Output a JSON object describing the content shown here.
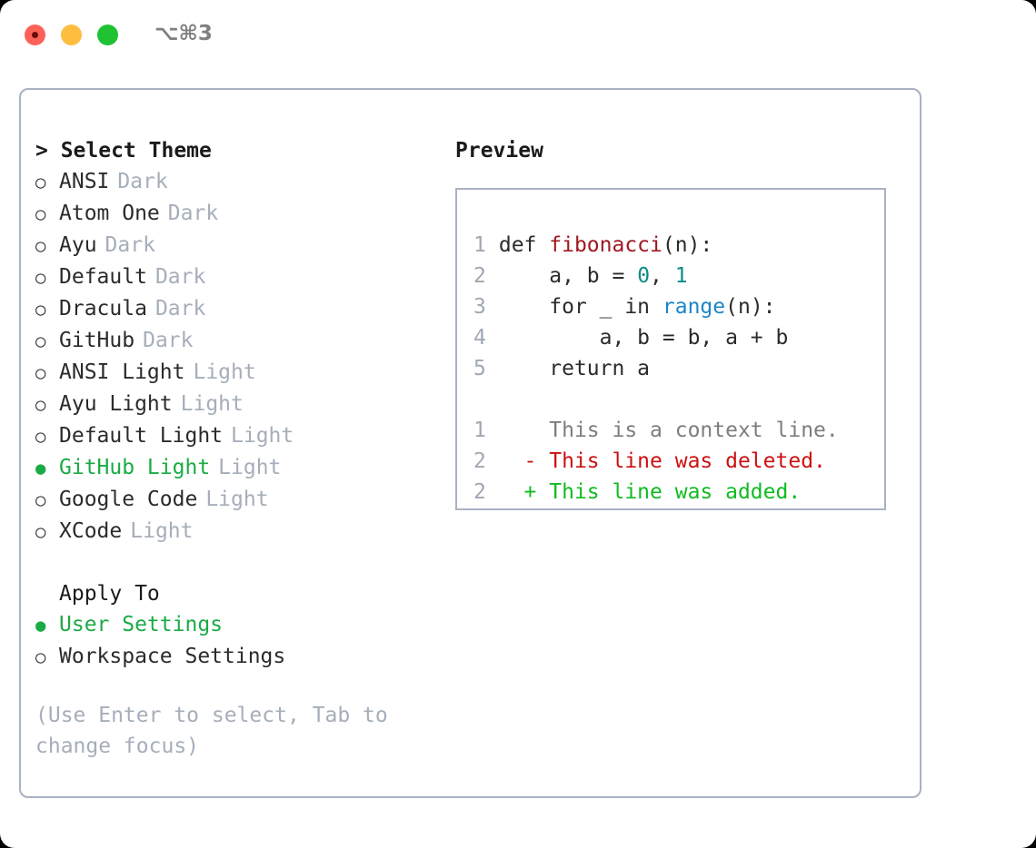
{
  "titlebar": {
    "shortcut": "⌥⌘3",
    "buttons": [
      "close",
      "minimize",
      "maximize"
    ],
    "colors": {
      "close": "#fd6157",
      "minimize": "#fdbe40",
      "maximize": "#1fc232"
    }
  },
  "theme_picker": {
    "header": "> Select Theme",
    "markers": {
      "selected": "●",
      "unselected": "○"
    },
    "accent": "#1aab45",
    "items": [
      {
        "marker": "○",
        "label": "ANSI",
        "tag": "Dark",
        "selected": false
      },
      {
        "marker": "○",
        "label": "Atom One",
        "tag": "Dark",
        "selected": false
      },
      {
        "marker": "○",
        "label": "Ayu",
        "tag": "Dark",
        "selected": false
      },
      {
        "marker": "○",
        "label": "Default",
        "tag": "Dark",
        "selected": false
      },
      {
        "marker": "○",
        "label": "Dracula",
        "tag": "Dark",
        "selected": false
      },
      {
        "marker": "○",
        "label": "GitHub",
        "tag": "Dark",
        "selected": false
      },
      {
        "marker": "○",
        "label": "ANSI Light",
        "tag": "Light",
        "selected": false
      },
      {
        "marker": "○",
        "label": "Ayu Light",
        "tag": "Light",
        "selected": false
      },
      {
        "marker": "○",
        "label": "Default Light",
        "tag": "Light",
        "selected": false
      },
      {
        "marker": "●",
        "label": "GitHub Light",
        "tag": "Light",
        "selected": true
      },
      {
        "marker": "○",
        "label": "Google Code",
        "tag": "Light",
        "selected": false
      },
      {
        "marker": "○",
        "label": "XCode",
        "tag": "Light",
        "selected": false
      }
    ]
  },
  "apply_to": {
    "header": "Apply To",
    "items": [
      {
        "marker": "●",
        "label": "User Settings",
        "selected": true
      },
      {
        "marker": "○",
        "label": "Workspace Settings",
        "selected": false
      }
    ]
  },
  "help": {
    "text": "(Use Enter to select, Tab to change focus)"
  },
  "preview": {
    "title": "Preview",
    "code_lines": [
      {
        "no": "1",
        "segments": [
          {
            "text": "def ",
            "type": "plain"
          },
          {
            "text": "fibonacci",
            "type": "fn"
          },
          {
            "text": "(n):",
            "type": "plain"
          }
        ]
      },
      {
        "no": "2",
        "segments": [
          {
            "text": "    a, b = ",
            "type": "plain"
          },
          {
            "text": "0",
            "type": "num"
          },
          {
            "text": ", ",
            "type": "plain"
          },
          {
            "text": "1",
            "type": "num"
          }
        ]
      },
      {
        "no": "3",
        "segments": [
          {
            "text": "    for _ in ",
            "type": "plain"
          },
          {
            "text": "range",
            "type": "call"
          },
          {
            "text": "(n):",
            "type": "plain"
          }
        ]
      },
      {
        "no": "4",
        "segments": [
          {
            "text": "        a, b = b, a + b",
            "type": "plain"
          }
        ]
      },
      {
        "no": "5",
        "segments": [
          {
            "text": "    return a",
            "type": "plain"
          }
        ]
      }
    ],
    "diff_lines": [
      {
        "no": "1",
        "sign": " ",
        "text": "This is a context line.",
        "type": "ctx"
      },
      {
        "no": "2",
        "sign": "-",
        "text": "This line was deleted.",
        "type": "del"
      },
      {
        "no": "2",
        "sign": "+",
        "text": "This line was added.",
        "type": "add"
      }
    ],
    "colors": {
      "function": "#a01722",
      "number": "#0f8b85",
      "builtin": "#1a86c8",
      "context": "#7d7d7d",
      "deleted": "#cc1111",
      "added": "#11bb22",
      "lineno": "#a0a8b5",
      "border": "#a9b2c1"
    }
  }
}
